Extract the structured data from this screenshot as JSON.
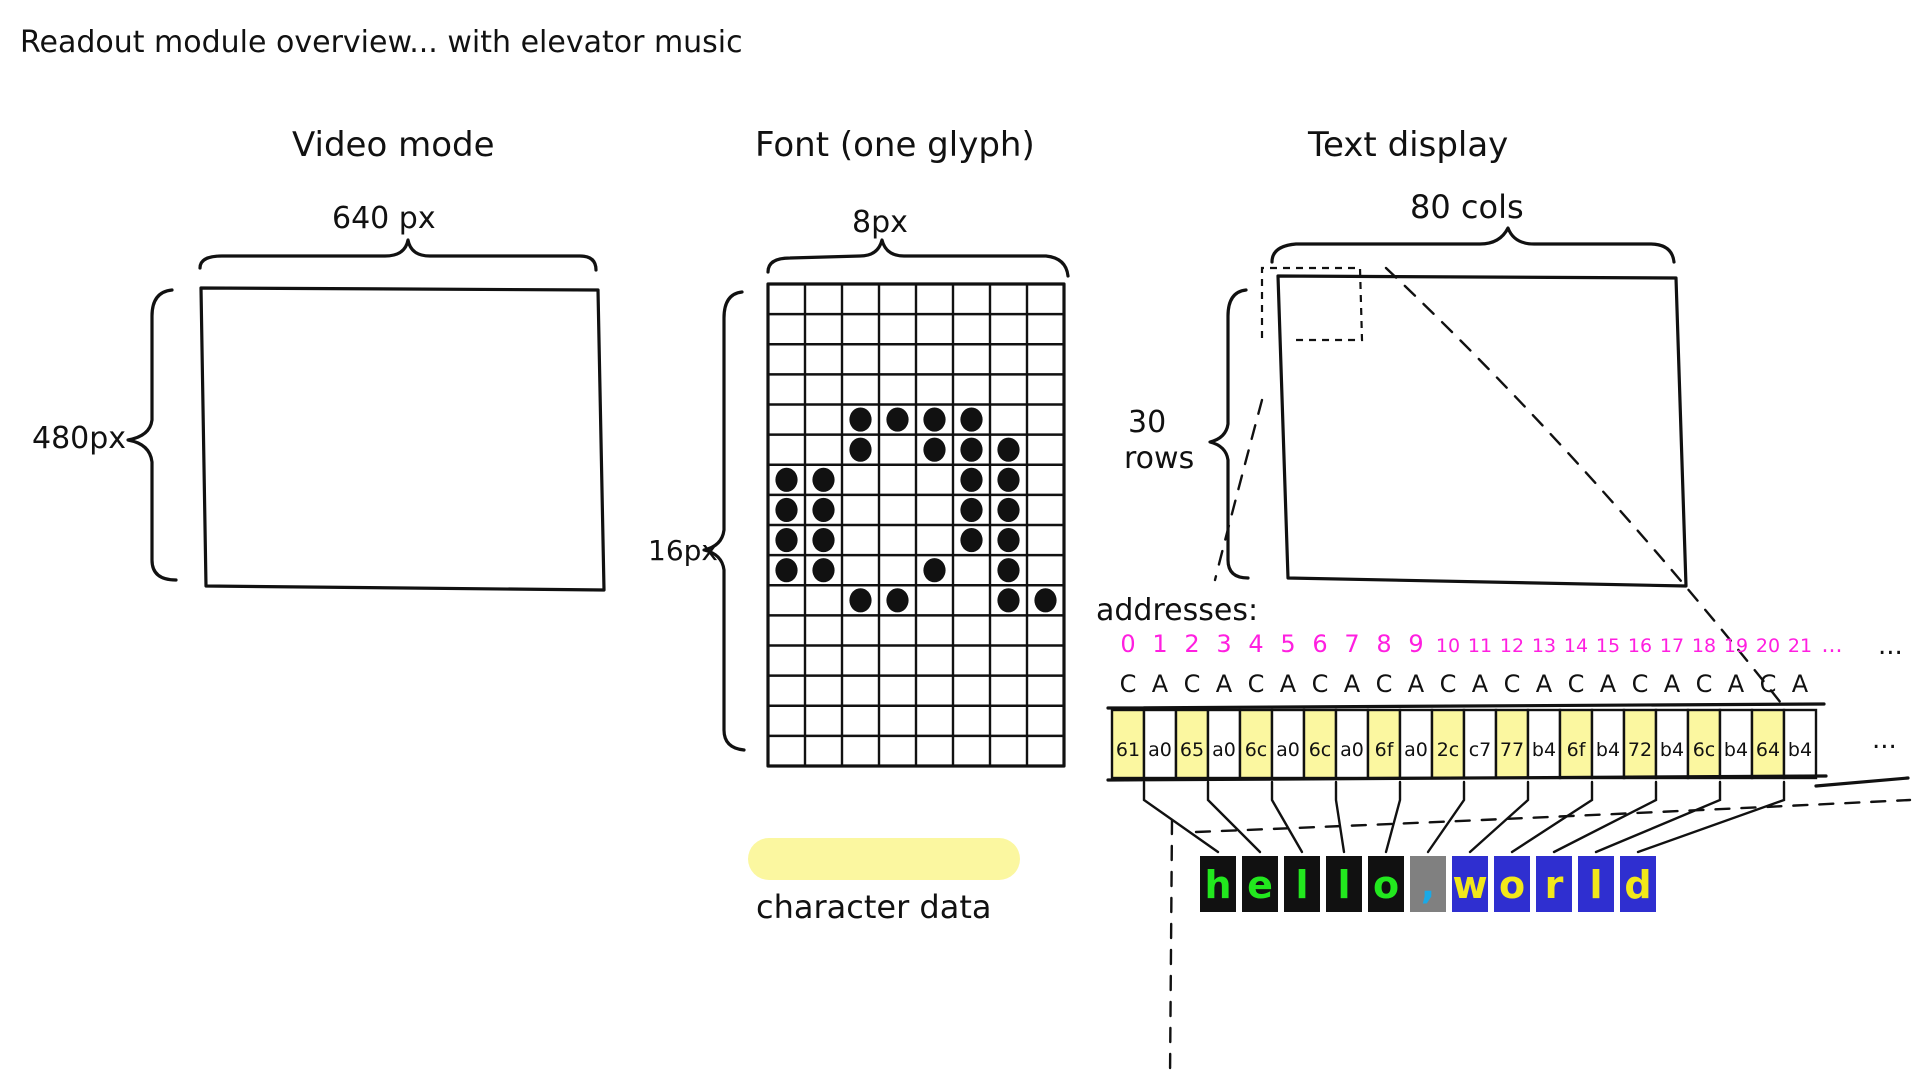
{
  "title": "Readout module overview... with elevator music",
  "panels": {
    "video": {
      "heading": "Video mode",
      "width_label": "640 px",
      "height_label": "480px"
    },
    "font": {
      "heading": "Font  (one glyph)",
      "width_label": "8px",
      "height_label": "16px",
      "grid_cols": 8,
      "grid_rows": 16
    },
    "text": {
      "heading": "Text display",
      "cols_label": "80 cols",
      "rows_label_1": "30",
      "rows_label_2": "rows"
    }
  },
  "legend": {
    "label": "character data",
    "color": "#fbf7a0"
  },
  "memory": {
    "label": "addresses:",
    "label_color": "#ff1fe0",
    "addresses": [
      "0",
      "1",
      "2",
      "3",
      "4",
      "5",
      "6",
      "7",
      "8",
      "9",
      "10",
      "11",
      "12",
      "13",
      "14",
      "15",
      "16",
      "17",
      "18",
      "19",
      "20",
      "21",
      "..."
    ],
    "types": [
      "C",
      "A",
      "C",
      "A",
      "C",
      "A",
      "C",
      "A",
      "C",
      "A",
      "C",
      "A",
      "C",
      "A",
      "C",
      "A",
      "C",
      "A",
      "C",
      "A",
      "C",
      "A"
    ],
    "cells": [
      "61",
      "a0",
      "65",
      "a0",
      "6c",
      "a0",
      "6c",
      "a0",
      "6f",
      "a0",
      "2c",
      "c7",
      "77",
      "b4",
      "6f",
      "b4",
      "72",
      "b4",
      "6c",
      "b4",
      "64",
      "b4"
    ],
    "ellipsis": "...",
    "highlight_color": "#fbf7a0"
  },
  "rendered": {
    "chars": [
      {
        "ch": "h",
        "fg": "#22e81e",
        "bg": "#111111"
      },
      {
        "ch": "e",
        "fg": "#22e81e",
        "bg": "#111111"
      },
      {
        "ch": "l",
        "fg": "#22e81e",
        "bg": "#111111"
      },
      {
        "ch": "l",
        "fg": "#22e81e",
        "bg": "#111111"
      },
      {
        "ch": "o",
        "fg": "#22e81e",
        "bg": "#111111"
      },
      {
        "ch": ",",
        "fg": "#1aa9e6",
        "bg": "#808080"
      },
      {
        "ch": "w",
        "fg": "#f2e81a",
        "bg": "#2f2fd0"
      },
      {
        "ch": "o",
        "fg": "#f2e81a",
        "bg": "#2f2fd0"
      },
      {
        "ch": "r",
        "fg": "#f2e81a",
        "bg": "#2f2fd0"
      },
      {
        "ch": "l",
        "fg": "#f2e81a",
        "bg": "#2f2fd0"
      },
      {
        "ch": "d",
        "fg": "#f2e81a",
        "bg": "#2f2fd0"
      }
    ]
  },
  "glyph_pixels": [
    [
      4,
      2
    ],
    [
      4,
      3
    ],
    [
      4,
      4
    ],
    [
      4,
      5
    ],
    [
      5,
      2
    ],
    [
      5,
      4
    ],
    [
      5,
      5
    ],
    [
      5,
      6
    ],
    [
      6,
      0
    ],
    [
      6,
      1
    ],
    [
      6,
      5
    ],
    [
      6,
      6
    ],
    [
      7,
      0
    ],
    [
      7,
      1
    ],
    [
      7,
      5
    ],
    [
      7,
      6
    ],
    [
      8,
      0
    ],
    [
      8,
      1
    ],
    [
      8,
      5
    ],
    [
      8,
      6
    ],
    [
      9,
      0
    ],
    [
      9,
      1
    ],
    [
      9,
      4
    ],
    [
      9,
      6
    ],
    [
      10,
      2
    ],
    [
      10,
      3
    ],
    [
      10,
      6
    ],
    [
      10,
      7
    ]
  ]
}
